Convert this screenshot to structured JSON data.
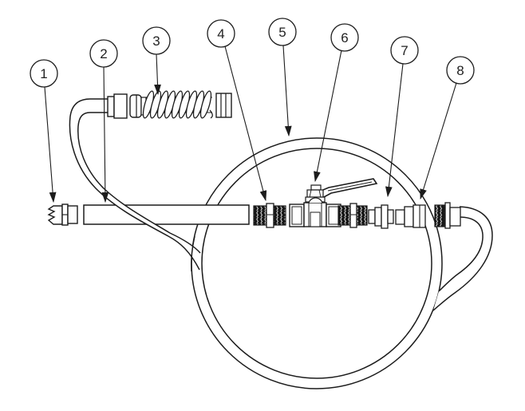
{
  "diagram": {
    "title": "hose-assembly-exploded-diagram",
    "balloons": [
      {
        "number": "1"
      },
      {
        "number": "2"
      },
      {
        "number": "3"
      },
      {
        "number": "4"
      },
      {
        "number": "5"
      },
      {
        "number": "6"
      },
      {
        "number": "7"
      },
      {
        "number": "8"
      }
    ],
    "colors": {
      "line": "#1c1c1c",
      "background": "#ffffff",
      "thread_dark": "#181818"
    }
  }
}
